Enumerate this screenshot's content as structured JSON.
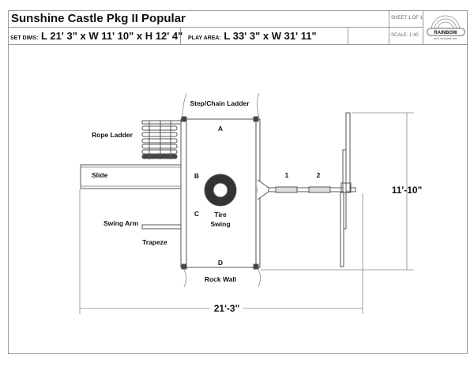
{
  "title": "Sunshine Castle Pkg II Popular",
  "sheet": "SHEET 1 OF 1",
  "scale": "SCALE: 1:40",
  "set_dims": {
    "label": "SET DIMS:",
    "value": "L 21' 3\" x W 11' 10\" x H 12' 4\""
  },
  "play_area": {
    "label": "PLAY AREA:",
    "value": "L 33' 3\" x W 31' 11\""
  },
  "logo": {
    "text": "RAINBOW",
    "sub": "PLAY SYSTEMS, INC."
  },
  "labels": {
    "step_chain_ladder": "Step/Chain Ladder",
    "rope_ladder": "Rope Ladder",
    "slide": "Slide",
    "swing_arm": "Swing Arm",
    "trapeze": "Trapeze",
    "rock_wall": "Rock Wall",
    "tire_swing_1": "Tire",
    "tire_swing_2": "Swing",
    "a": "A",
    "b": "B",
    "c": "C",
    "d": "D",
    "swing1": "1",
    "swing2": "2"
  },
  "dimensions": {
    "width": "11'-10\"",
    "length": "21'-3\""
  }
}
